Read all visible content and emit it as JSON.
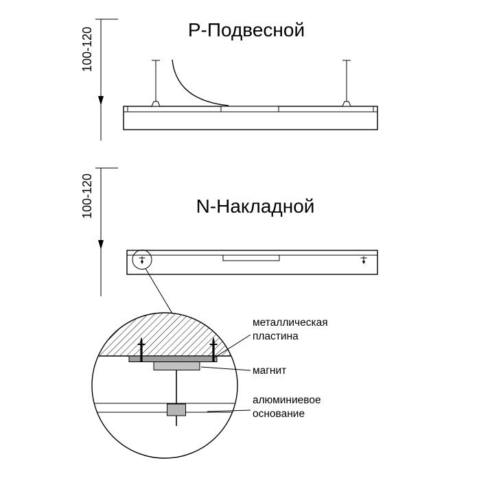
{
  "colors": {
    "line": "#000000",
    "plate_gray": "#9e9e9e",
    "magnet_gray": "#c2c2c2",
    "block_gray": "#b5b5b5"
  },
  "suspended": {
    "title": "Р-Подвесной",
    "dimension": "100-120"
  },
  "surface": {
    "title": "N-Накладной",
    "dimension": "100-120"
  },
  "detail": {
    "plate_label_line1": "металлическая",
    "plate_label_line2": "пластина",
    "magnet_label": "магнит",
    "base_label_line1": "алюминиевое",
    "base_label_line2": "основание"
  }
}
